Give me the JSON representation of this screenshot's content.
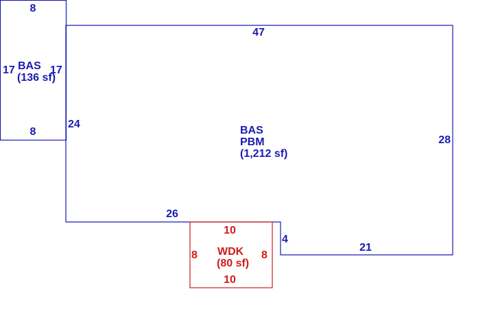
{
  "colors": {
    "bas": "#1a1ab4",
    "wdk": "#d11a1a"
  },
  "areas": {
    "bas_small": {
      "code": "BAS",
      "area": "(136 sf)"
    },
    "bas_main": {
      "code": "BAS",
      "sub": "PBM",
      "area": "(1,212 sf)"
    },
    "wdk": {
      "code": "WDK",
      "area": "(80 sf)"
    }
  },
  "dimensions": {
    "bas_small": {
      "top": "8",
      "bottom": "8",
      "left": "17",
      "right": "17"
    },
    "bas_main": {
      "top": "47",
      "right": "28",
      "left": "24",
      "bottom_left": "26",
      "notch": "4",
      "bottom_right": "21"
    },
    "wdk": {
      "top": "10",
      "bottom": "10",
      "left": "8",
      "right": "8"
    }
  }
}
